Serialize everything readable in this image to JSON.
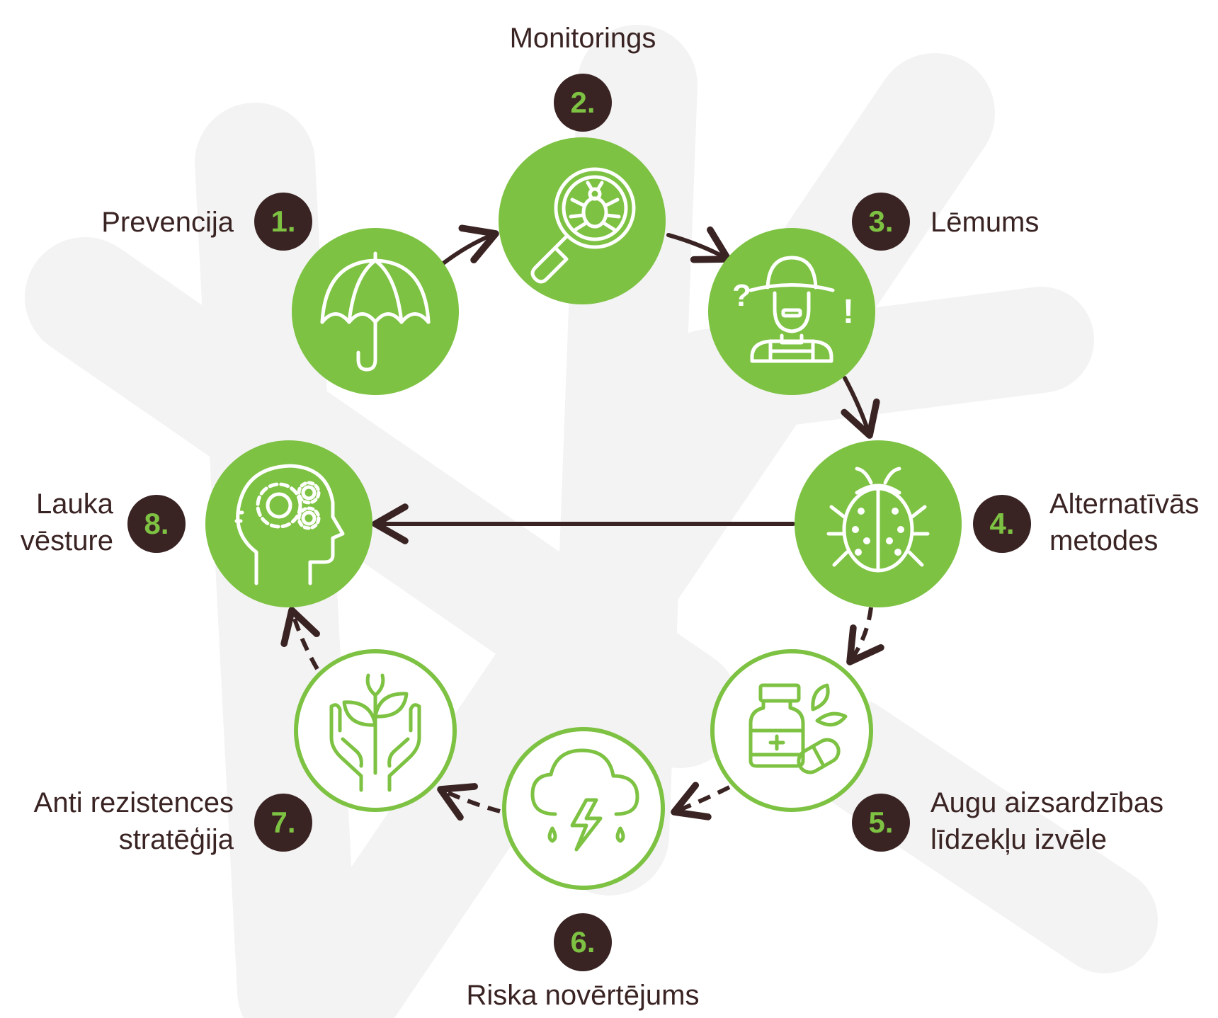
{
  "colors": {
    "green": "#7dc242",
    "dark": "#3a2323",
    "background_shape": "#f3f3f3"
  },
  "steps": [
    {
      "number": "1.",
      "lines": [
        "Prevencija"
      ],
      "icon": "umbrella-icon",
      "style": "filled"
    },
    {
      "number": "2.",
      "lines": [
        "Monitorings"
      ],
      "icon": "magnifier-bug-icon",
      "style": "filled"
    },
    {
      "number": "3.",
      "lines": [
        "Lēmums"
      ],
      "icon": "farmer-icon",
      "style": "filled"
    },
    {
      "number": "4.",
      "lines": [
        "Alternatīvās",
        "metodes"
      ],
      "icon": "ladybug-icon",
      "style": "filled"
    },
    {
      "number": "5.",
      "lines": [
        "Augu aizsardzības",
        "līdzekļu izvēle"
      ],
      "icon": "medicine-bottle-icon",
      "style": "outlined"
    },
    {
      "number": "6.",
      "lines": [
        "Riska novērtējums"
      ],
      "icon": "storm-cloud-icon",
      "style": "outlined"
    },
    {
      "number": "7.",
      "lines": [
        "Anti rezistences",
        "stratēģija"
      ],
      "icon": "hands-plant-icon",
      "style": "outlined"
    },
    {
      "number": "8.",
      "lines": [
        "Lauka",
        "vēsture"
      ],
      "icon": "head-gears-icon",
      "style": "filled"
    }
  ]
}
